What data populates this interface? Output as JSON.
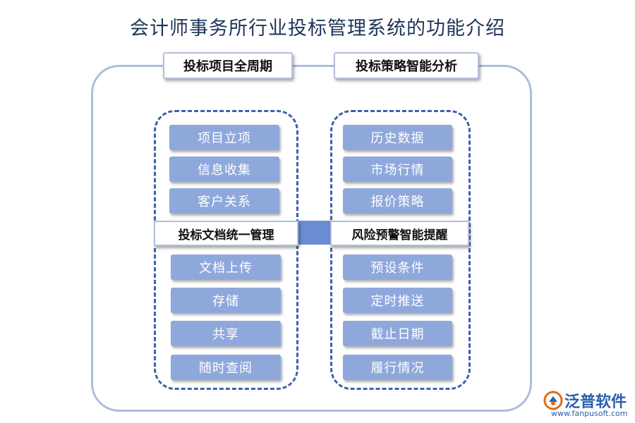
{
  "title": "会计师事务所行业投标管理系统的功能介绍",
  "headers": {
    "left": "投标项目全周期",
    "right": "投标策略智能分析"
  },
  "left_top_items": [
    "项目立项",
    "信息收集",
    "客户关系"
  ],
  "left_mid": "投标文档统一管理",
  "left_bottom_items": [
    "文档上传",
    "存储",
    "共享",
    "随时查阅"
  ],
  "right_top_items": [
    "历史数据",
    "市场行情",
    "报价策略"
  ],
  "right_mid": "风险预警智能提醒",
  "right_bottom_items": [
    "预设条件",
    "定时推送",
    "截止日期",
    "履行情况"
  ],
  "colors": {
    "item_fill": "#8fa8dc",
    "dashed_border": "#3e62a8",
    "outer_border": "#aebcdc",
    "connector": "#6a8cd3",
    "brand": "#2b5fae"
  },
  "logo": {
    "name": "泛普软件",
    "url": "www.fanpusoft.com"
  }
}
